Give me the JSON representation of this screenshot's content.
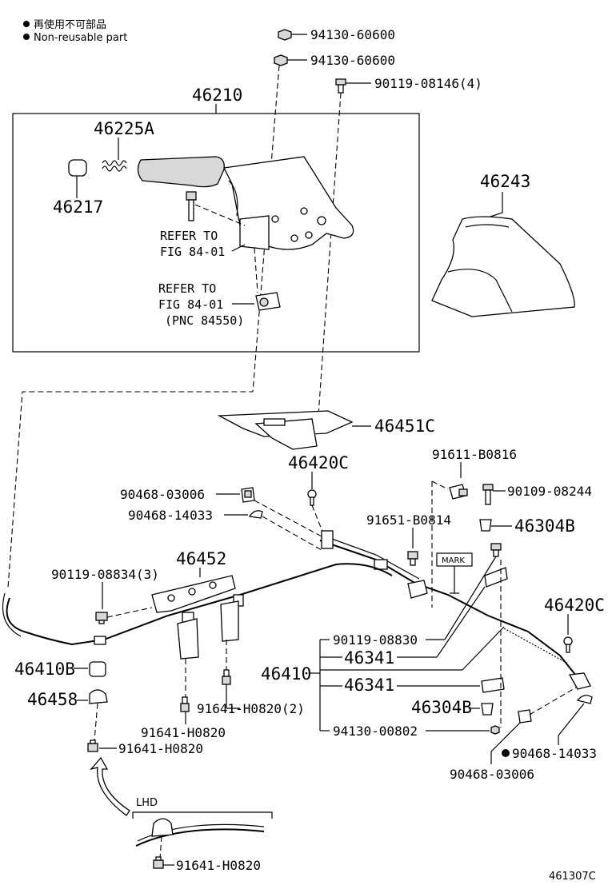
{
  "legend": {
    "line1": "再使用不可部品",
    "line2": "Non-reusable part"
  },
  "parts": {
    "p94130_60600_a": "94130-60600",
    "p94130_60600_b": "94130-60600",
    "p90119_08146": "90119-08146(4)",
    "p46210": "46210",
    "p46225A": "46225A",
    "p46217": "46217",
    "refer1_a": "REFER TO",
    "refer1_b": "FIG 84-01",
    "refer2_a": "REFER TO",
    "refer2_b": "FIG 84-01",
    "refer2_c": "(PNC 84550)",
    "p46243": "46243",
    "p46451C": "46451C",
    "p46420C_a": "46420C",
    "p91611_B0816": "91611-B0816",
    "p90468_03006_a": "90468-03006",
    "p90109_08244": "90109-08244",
    "p90468_14033_a": "90468-14033",
    "p91651_B0814": "91651-B0814",
    "p46304B_a": "46304B",
    "mark": "MARK",
    "p46452": "46452",
    "p90119_08834": "90119-08834(3)",
    "p46420C_b": "46420C",
    "p90119_08830": "90119-08830",
    "p46341_a": "46341",
    "p46410B": "46410B",
    "p46410": "46410",
    "p46458": "46458",
    "p91641_H0820_2": "91641-H0820(2)",
    "p46341_b": "46341",
    "p46304B_b": "46304B",
    "p91641_H0820_a": "91641-H0820",
    "p91641_H0820_b": "91641-H0820",
    "p94130_00802": "94130-00802",
    "p90468_14033_b": "90468-14033",
    "p90468_03006_b": "90468-03006",
    "lhd": "LHD",
    "p91641_H0820_c": "91641-H0820",
    "fig_code": "461307C"
  }
}
